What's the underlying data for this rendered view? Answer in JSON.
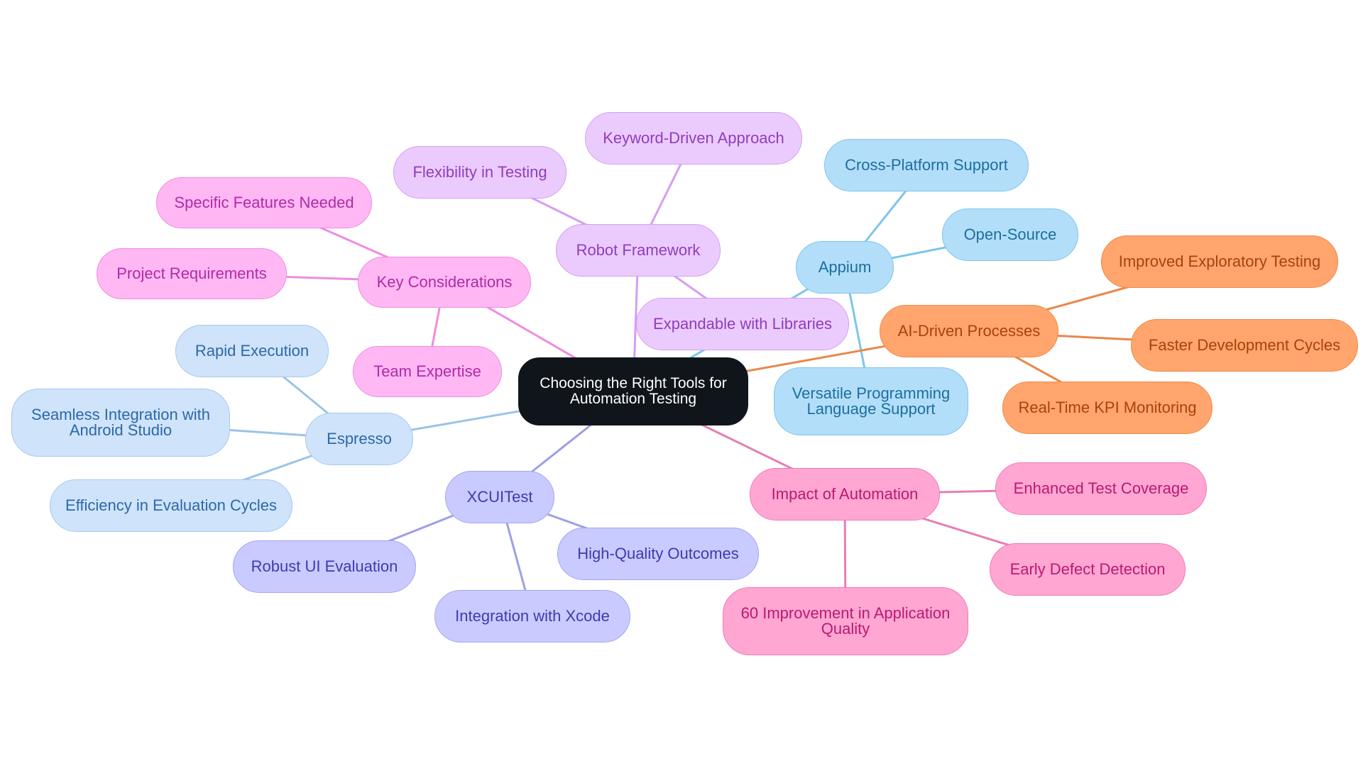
{
  "root": {
    "label": "Choosing the Right Tools for Automation Testing"
  },
  "branches": {
    "key_considerations": {
      "label": "Key Considerations",
      "color": "#f08be0",
      "children": [
        "Specific Features Needed",
        "Project Requirements",
        "Team Expertise"
      ]
    },
    "robot_framework": {
      "label": "Robot Framework",
      "color": "#d59ef2",
      "children": [
        "Keyword-Driven Approach",
        "Flexibility in Testing",
        "Expandable with Libraries"
      ]
    },
    "appium": {
      "label": "Appium",
      "color": "#7ec4ec",
      "children": [
        "Cross-Platform Support",
        "Open-Source",
        "Versatile Programming Language Support"
      ]
    },
    "ai_driven": {
      "label": "AI-Driven Processes",
      "color": "#e8874a",
      "children": [
        "Improved Exploratory Testing",
        "Faster Development Cycles",
        "Real-Time KPI Monitoring"
      ]
    },
    "espresso": {
      "label": "Espresso",
      "color": "#9cc3e6",
      "children": [
        "Rapid Execution",
        "Seamless Integration with Android Studio",
        "Efficiency in Evaluation Cycles"
      ]
    },
    "xcuitest": {
      "label": "XCUITest",
      "color": "#9d9fe6",
      "children": [
        "Robust UI Evaluation",
        "Integration with Xcode",
        "High-Quality Outcomes"
      ]
    },
    "impact": {
      "label": "Impact of Automation",
      "color": "#e67eb5",
      "children": [
        "Enhanced Test Coverage",
        "Early Defect Detection",
        "60 Improvement in Application Quality"
      ]
    }
  }
}
